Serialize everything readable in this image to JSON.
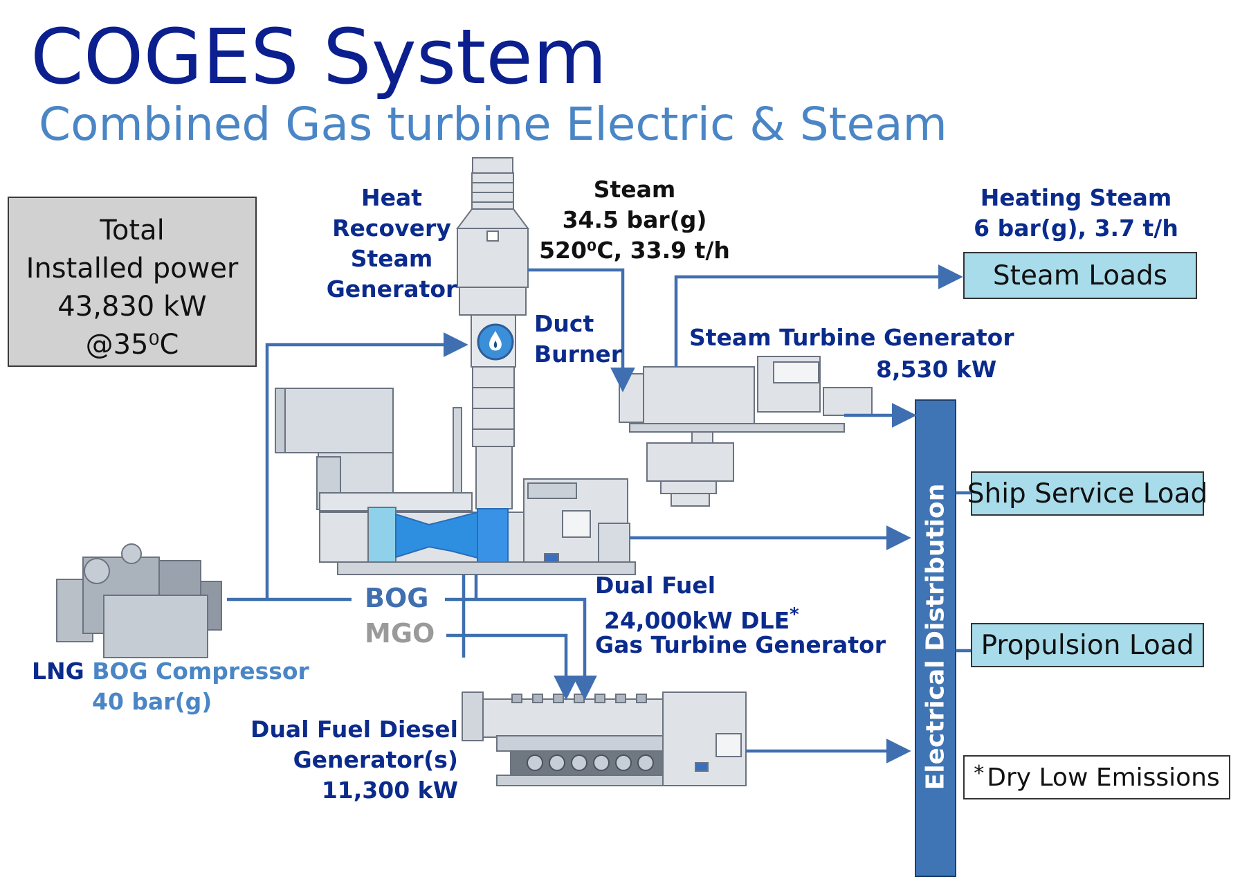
{
  "title": "COGES System",
  "subtitle": "Combined Gas turbine Electric & Steam",
  "total_power": {
    "line1": "Total",
    "line2": "Installed power",
    "line3": "43,830 kW",
    "line4": "@35⁰C"
  },
  "hrsg_label": {
    "line1": "Heat",
    "line2": "Recovery",
    "line3": "Steam",
    "line4": "Generator"
  },
  "steam_label": {
    "line1": "Steam",
    "line2": "34.5 bar(g)",
    "line3": "520⁰C, 33.9 t/h"
  },
  "heating_steam": {
    "line1": "Heating Steam",
    "line2": "6 bar(g), 3.7 t/h"
  },
  "steam_loads": "Steam Loads",
  "duct_burner": {
    "line1": "Duct",
    "line2": "Burner"
  },
  "steam_turbine": {
    "line1": "Steam Turbine Generator",
    "line2": "8,530 kW"
  },
  "electrical_distribution": "Electrical Distribution",
  "ship_service_load": "Ship Service Load",
  "propulsion_load": "Propulsion Load",
  "dle_note": {
    "star": "*",
    "text": "Dry Low Emissions"
  },
  "gas_turbine": {
    "line1": "Dual Fuel",
    "line2": "24,000kW DLE",
    "line2_star": "*",
    "line3": "Gas Turbine Generator"
  },
  "fuel": {
    "bog": "BOG",
    "mgo": "MGO"
  },
  "compressor": {
    "prefix": "LNG",
    "name": "BOG Compressor",
    "pressure": "40 bar(g)"
  },
  "diesel": {
    "line1": "Dual Fuel Diesel",
    "line2": "Generator(s)",
    "line3": "11,300 kW"
  },
  "colors": {
    "title": "#0b1f8e",
    "subtitle": "#4a86c6",
    "label_navy": "#0b2b8c",
    "pipe": "#3f6fb0",
    "bus": "#3f75b5",
    "load_fill": "#a8dceb",
    "total_fill": "#d1d1d1",
    "mgo": "#9a9a9a"
  }
}
